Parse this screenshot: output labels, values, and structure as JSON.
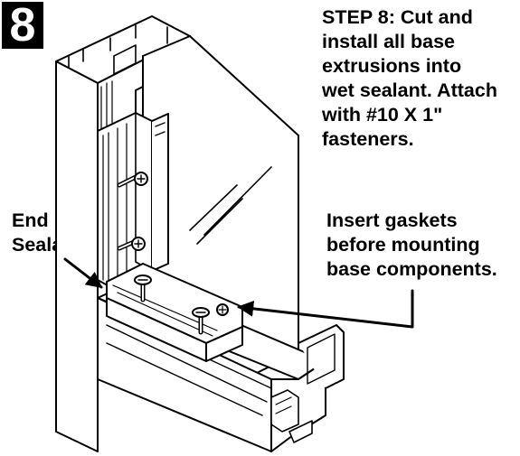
{
  "badge": {
    "number": "8"
  },
  "step_text": {
    "lines": [
      "STEP 8: Cut and",
      "install all base",
      "extrusions into",
      "wet sealant. Attach",
      "with #10 X 1\"",
      "fasteners."
    ]
  },
  "gasket_text": {
    "lines": [
      "Insert gaskets",
      "before mounting",
      "base components."
    ]
  },
  "end_sealant_text": {
    "lines": [
      "End",
      "Sealant"
    ]
  },
  "colors": {
    "ink": "#000000",
    "paper": "#ffffff"
  }
}
